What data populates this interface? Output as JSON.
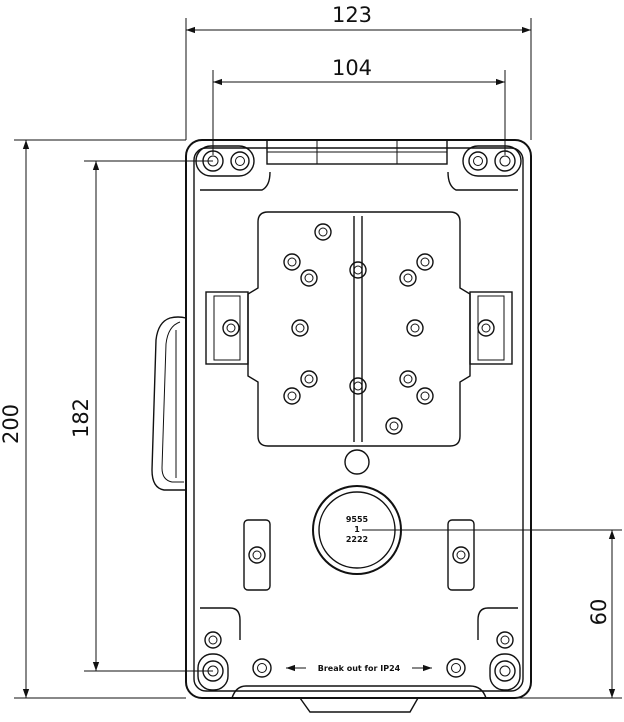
{
  "dimensions": {
    "overall_width": "123",
    "mounting_width": "104",
    "overall_height": "200",
    "mounting_height": "182",
    "offset_height": "60"
  },
  "labels": {
    "breakout": "Break out for IP24",
    "knockout_top": "9555",
    "knockout_mid": "1",
    "knockout_bottom": "2222"
  }
}
